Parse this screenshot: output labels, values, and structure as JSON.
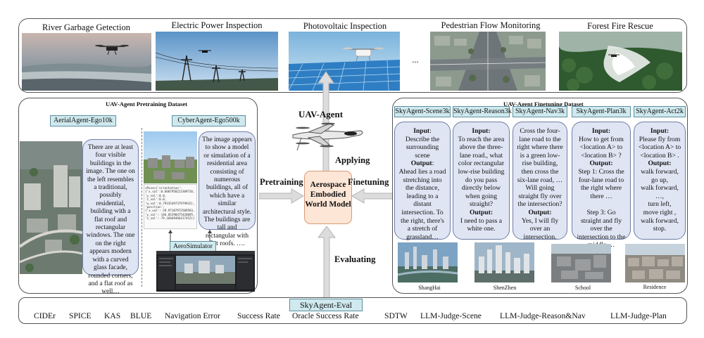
{
  "applications": [
    {
      "title": "River Garbage Getection"
    },
    {
      "title": "Electric Power Inspection"
    },
    {
      "title": "Photovoltaic Inspection"
    },
    {
      "title": "..."
    },
    {
      "title": "Pedestrian Flow Monitoring"
    },
    {
      "title": "Forest Fire Rescue"
    }
  ],
  "pretraining": {
    "title": "UAV-Agent Pretraining Dataset",
    "aerial_tag": "AerialAgent-Ego10k",
    "cyber_tag": "CyberAgent-Ego500k",
    "simulator_tag": "AeroSimulator",
    "aerial_caption": "There are at least four visible buildings in the image. The one on the left resembles a traditional, possibly residential, building with a flat roof and rectangular windows. The one on the right appears modern with a curved glass facade, rounded corners, and a flat roof as well…",
    "cyber_caption": "The image appears to show a model or simulation of a residential area consisting of numerous buildings, all of which have a similar architectural style. The buildings are tall and rectangular with flat roofs. ….",
    "pose_text": "<Pose>{'orientation':\n{'x_val':0.6007958223309736,\n'y_val':0.0,\n'z_val':0.0,\n'w_val':0.7933549737979932},\n'position':\n{'x_val':-29.97107972509583,\n'y_val':-146.05290475428095,\n'z_val':-79.16669466417452}}"
  },
  "center": {
    "agent_label": "UAV-Agent",
    "model_label": "Aerospace Embodied World Model",
    "applying_label": "Applying",
    "pretraining_label": "Pretraining",
    "finetuning_label": "Finetuning",
    "evaluating_label": "Evaluating"
  },
  "finetuning": {
    "title": "UAV-Agent Finetuning Dataset",
    "datasets": [
      {
        "tag": "SkyAgent-Scene3k",
        "input_label": "Input",
        "input": "Describe the surrounding scene",
        "output_label": "Output",
        "output": "Ahead lies a road stretching into the distance, leading to a distant intersection. To the right, there's a stretch of grassland…"
      },
      {
        "tag": "SkyAgent-Reason3k",
        "input_label": "Input:",
        "input": "To reach the area above the three-lane road., what color rectangular low-rise building do you pass directly below when going straight?",
        "output_label": "Output:",
        "output": "I need to pass a white one."
      },
      {
        "tag": "SkyAgent-Nav3k",
        "input_label": "",
        "input": "Cross the four-lane road to the right where there is a green low-rise building, then cross the six-lane road, …Will going straight fly over the intersection?",
        "output_label": "Output:",
        "output": "Yes, I will fly over an intersection."
      },
      {
        "tag": "SkyAgent-Plan3k",
        "input_label": "Input:",
        "input": "How to get from <location A> to <location B> ?",
        "output_label": "Output:",
        "output": "Step 1: Cross the four-lane road to the right where there …\n\nStep 3: Go straight and fly over the intersection to the middle …"
      },
      {
        "tag": "SkyAgent-Act2k",
        "input_label": "Input:",
        "input": "Please fly from <location A> to <location B> .",
        "output_label": "Output:",
        "output": "walk forward,\ngo up,\nwalk forward,\n…,\nturn left,\nmove right ,\nwalk forward,\nstop."
      }
    ],
    "cities": [
      "ShangHai",
      "ShenZhen",
      "School",
      "Residence"
    ]
  },
  "evaluation": {
    "tag": "SkyAgent-Eval",
    "metrics": [
      "CIDEr",
      "SPICE",
      "KAS",
      "BLUE",
      "Navigation Error",
      "Success Rate",
      "Oracle Success Rate",
      "SDTW",
      "LLM-Judge-Scene",
      "LLM-Judge-Reason&Nav",
      "LLM-Judge-Plan"
    ]
  }
}
